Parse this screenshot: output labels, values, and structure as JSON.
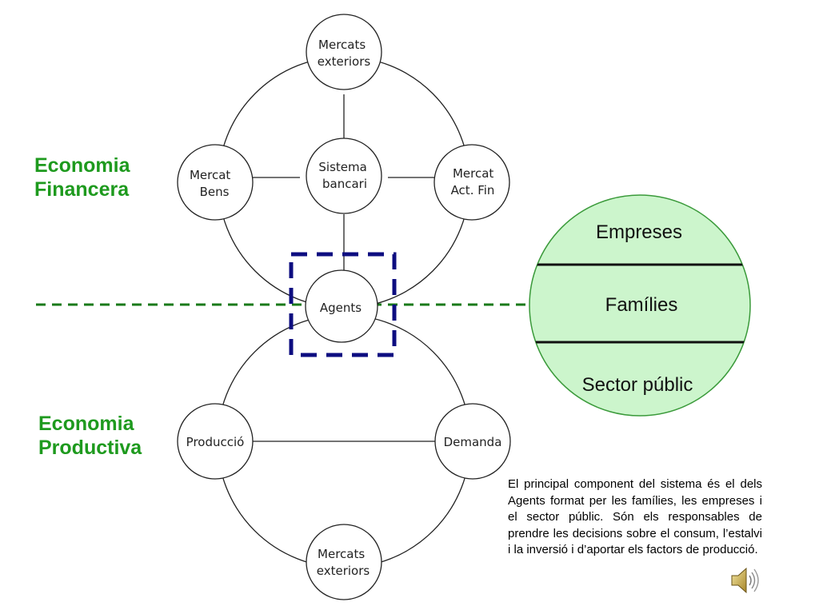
{
  "colors": {
    "accent_green": "#1e9a1e",
    "agents_fill": "#ccf5cc",
    "agents_border": "#3a9a3a",
    "dashed_blue": "#0d0d80",
    "dashed_green": "#1a7a1a"
  },
  "labels": {
    "financial_line1": "Economia",
    "financial_line2": "Financera",
    "productive_line1": "Economia",
    "productive_line2": "Productiva"
  },
  "nodes": {
    "mercats_exteriors_top": [
      "Mercats",
      "exteriors"
    ],
    "mercat_bens": [
      "Mercat",
      "Bens"
    ],
    "sistema_bancari": [
      "Sistema",
      "bancari"
    ],
    "mercat_act_fin": [
      "Mercat",
      "Act. Fin"
    ],
    "agents": [
      "Agents"
    ],
    "produccio": [
      "Producció"
    ],
    "demanda": [
      "Demanda"
    ],
    "mercats_exteriors_bottom": [
      "Mercats",
      "exteriors"
    ]
  },
  "agents_breakdown": {
    "empreses": "Empreses",
    "families": "Famílies",
    "sector_public": "Sector públic"
  },
  "description": "El principal component del sistema és el dels Agents format per les famílies, les empreses i el sector públic. Són els responsables de prendre les decisions sobre el consum, l’estalvi i la inversió i d’aportar els factors de producció.",
  "icons": {
    "audio": "speaker-icon"
  }
}
